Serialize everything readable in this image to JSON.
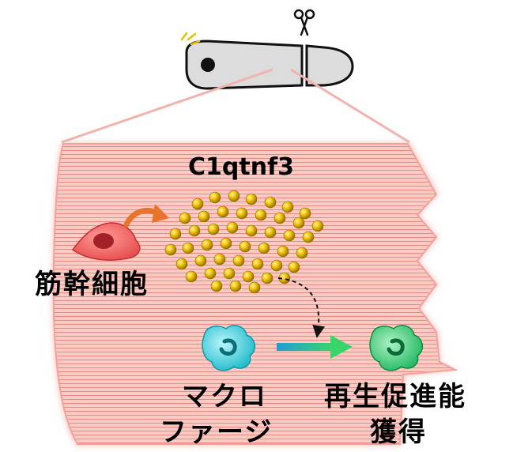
{
  "labels": {
    "molecule": "C1qtnf3",
    "stem_cell": "筋幹細胞",
    "macrophage_line1": "マクロ",
    "macrophage_line2": "ファージ",
    "outcome_line1": "再生促進能",
    "outcome_line2": "獲得"
  },
  "colors": {
    "muscle_fill": "#f9c9c0",
    "muscle_stripe": "#e88c8c",
    "muscle_border": "#f3a19a",
    "stem_cell": "#f26c6c",
    "stem_nucleus": "#a8252e",
    "secretion_arrow": "#e8742c",
    "particle": "#f5c400",
    "macrophage_before": "#33d4e0",
    "macrophage_after": "#35d07a",
    "transition_arrow_start": "#1f9ed6",
    "transition_arrow_end": "#39d46a"
  },
  "icons": [
    "mouse-icon",
    "scissors-icon",
    "muscle-cell-icon",
    "macrophage-icon"
  ]
}
